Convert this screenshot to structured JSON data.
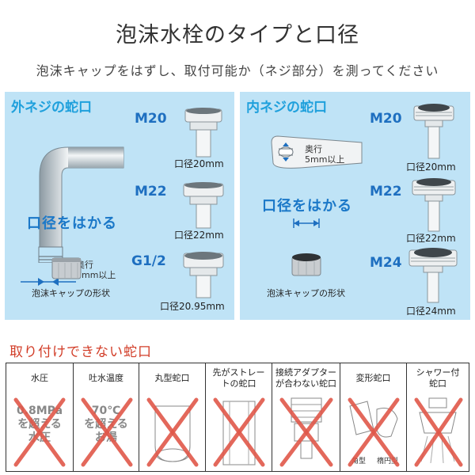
{
  "title": "泡沫水栓のタイプと口径",
  "subtitle": "泡沫キャップをはずし、取付可能か（ネジ部分）を測ってください",
  "panels": {
    "outer": {
      "title": "外ネジの蛇口",
      "depth_label_1": "奥行",
      "depth_label_2": "5mm以上",
      "measure_label": "口径をはかる",
      "cap_label": "泡沫キャップの形状",
      "sizes": [
        {
          "name": "M20",
          "diameter": "口径20mm"
        },
        {
          "name": "M22",
          "diameter": "口径22mm"
        },
        {
          "name": "G1/2",
          "diameter": "口径20.95mm"
        }
      ]
    },
    "inner": {
      "title": "内ネジの蛇口",
      "depth_label_1": "奥行",
      "depth_label_2": "5mm以上",
      "measure_label": "口径をはかる",
      "cap_label": "泡沫キャップの形状",
      "sizes": [
        {
          "name": "M20",
          "diameter": "口径20mm"
        },
        {
          "name": "M22",
          "diameter": "口径22mm"
        },
        {
          "name": "M24",
          "diameter": "口径24mm"
        }
      ]
    }
  },
  "ng": {
    "title": "取り付けできない蛇口",
    "items": [
      {
        "header": "水圧",
        "big": "0.8MPa\nを超える\n水圧"
      },
      {
        "header": "吐水温度",
        "big": "70℃\nを超える\nお湯"
      },
      {
        "header": "丸型蛇口"
      },
      {
        "header": "先がストレー\nトの蛇口"
      },
      {
        "header": "接続アダプター\nが合わない蛇口"
      },
      {
        "header": "変形蛇口",
        "sub1": "角型",
        "sub2": "楕円型"
      },
      {
        "header": "シャワー付\n蛇口"
      }
    ]
  },
  "colors": {
    "panel_bg": "#bfe3f6",
    "accent_blue": "#1e6fc0",
    "cross_red": "#e0584a",
    "ng_title": "#d23d28"
  }
}
